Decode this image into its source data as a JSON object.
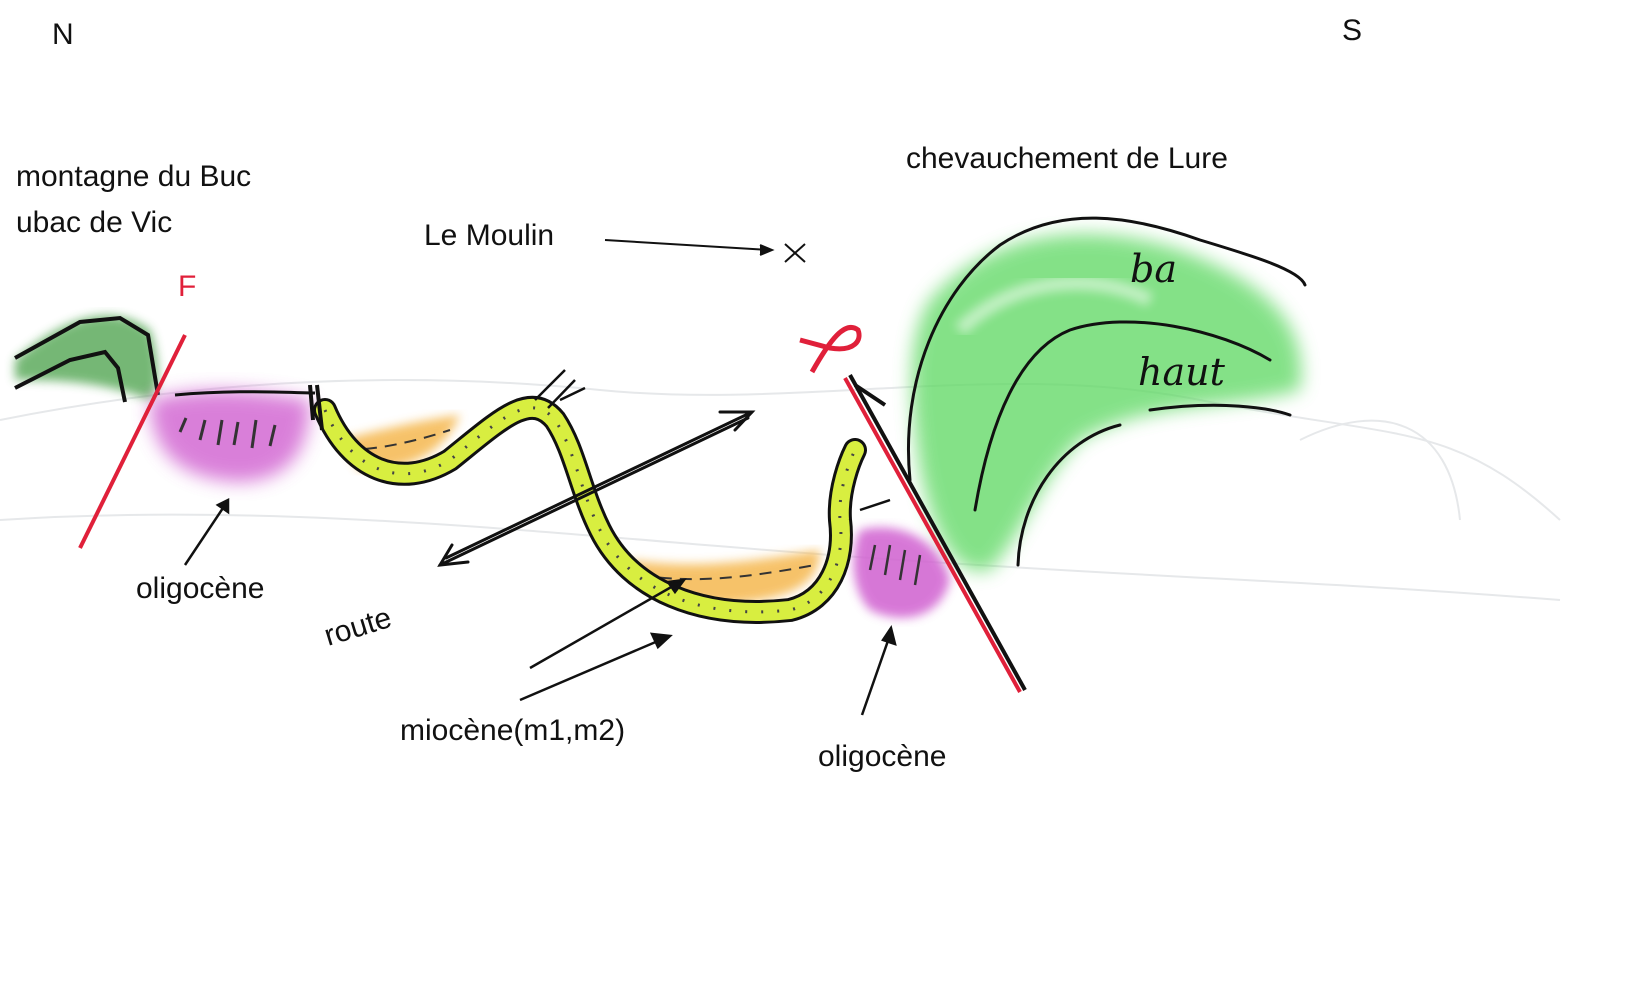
{
  "compass": {
    "north": "N",
    "south": "S"
  },
  "labels": {
    "mountain_line1": "montagne du Buc",
    "mountain_line2": "ubac de Vic",
    "fault": "F",
    "mill": "Le Moulin",
    "thrust": "chevauchement de Lure",
    "lower": "ba",
    "upper": "haut",
    "oligocene_left": "oligocène",
    "oligocene_right": "oligocène",
    "road": "route",
    "miocene": "miocène(m1,m2)"
  },
  "colors": {
    "fault_red": "#e0203a",
    "oligocene_magenta": "#d060d0",
    "miocene_yellow": "#d8ee40",
    "miocene_orange": "#f5b850",
    "limestone_green": "#5cd860"
  }
}
